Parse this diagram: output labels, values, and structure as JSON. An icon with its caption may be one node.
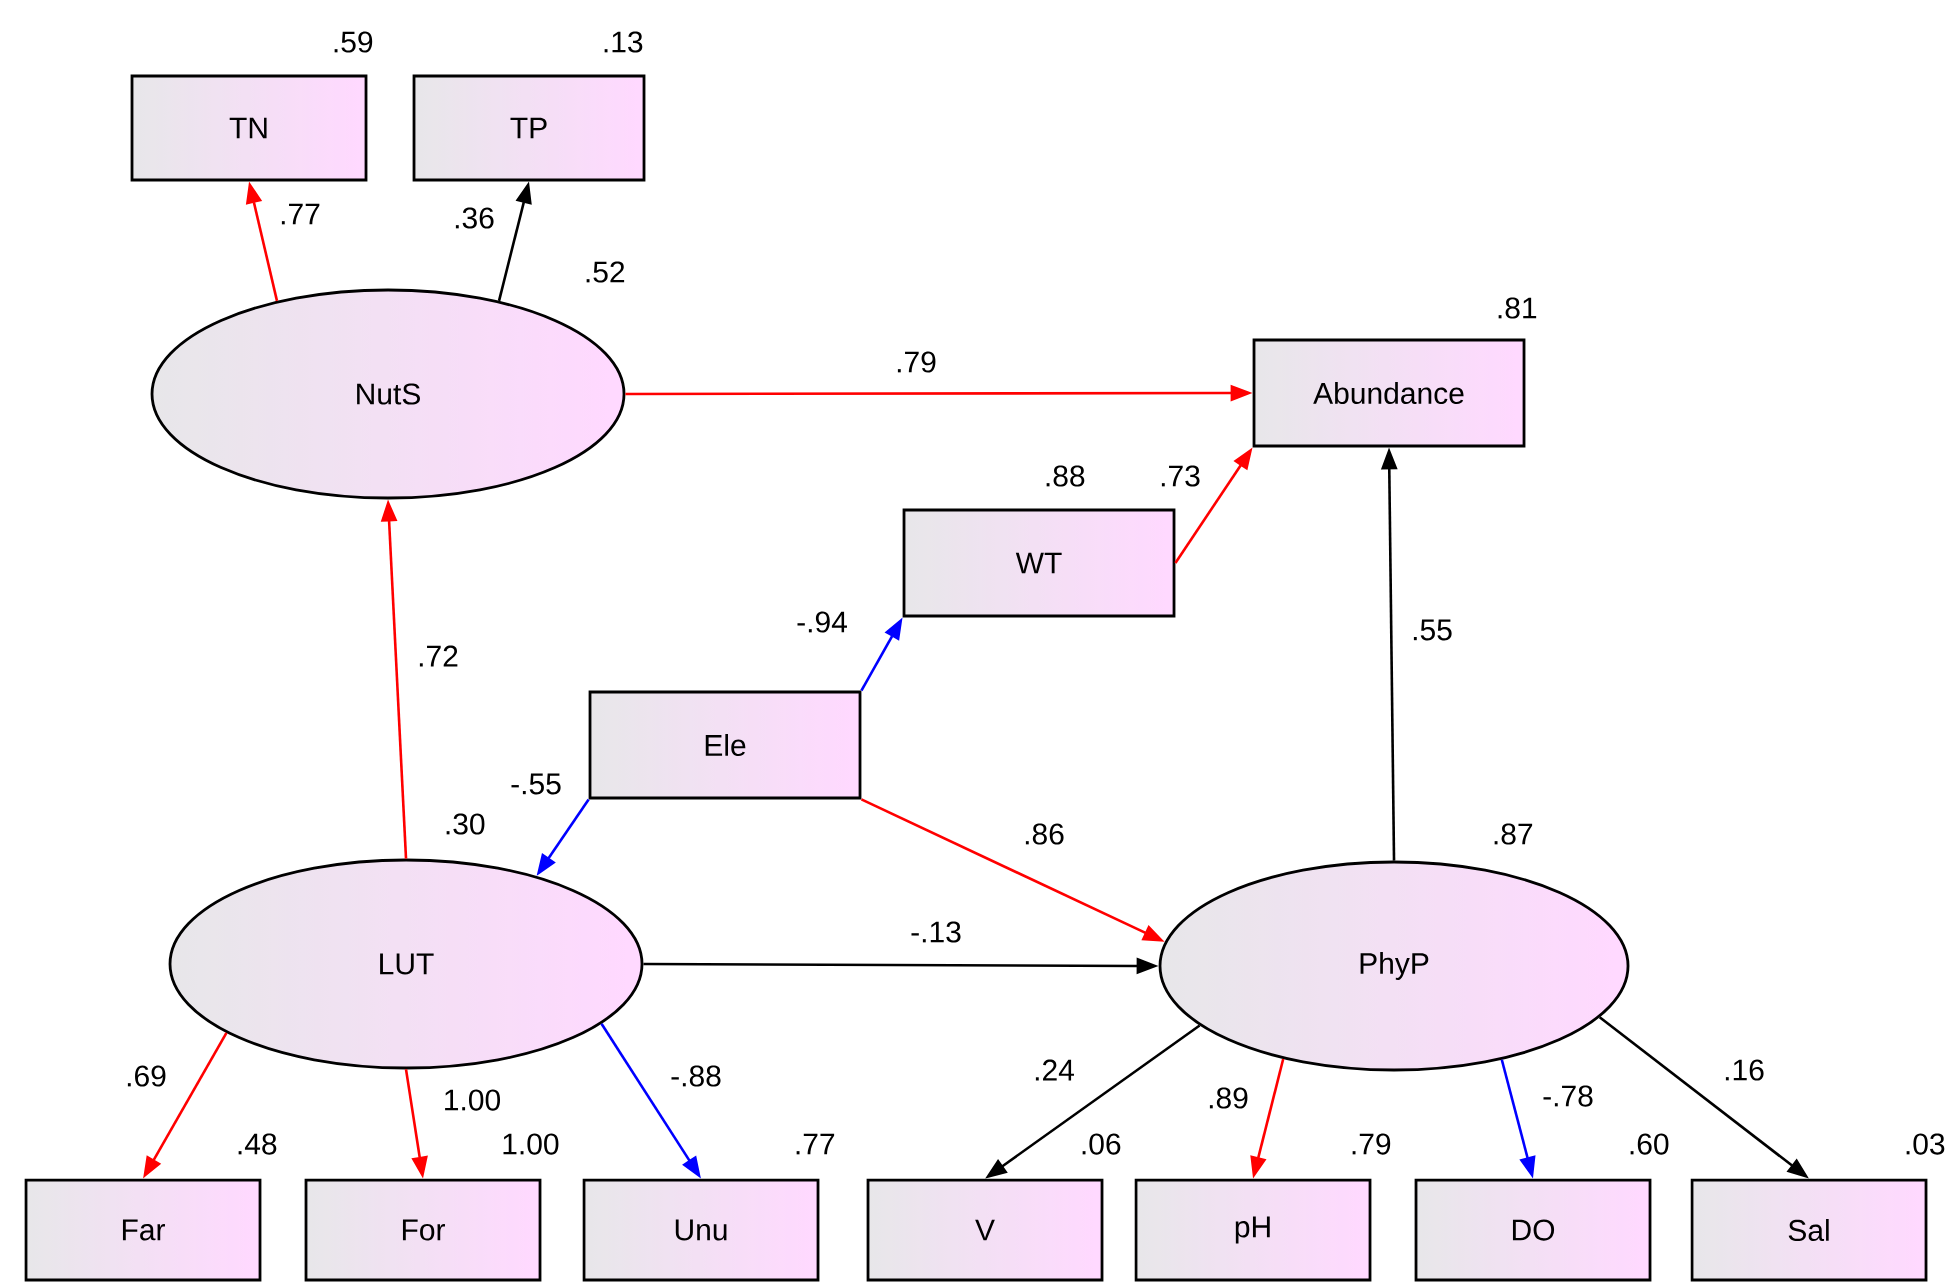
{
  "diagram": {
    "nodes": [
      {
        "text": [
          "TN"
        ],
        "beside": [
          ".59"
        ]
      },
      {
        "text": [
          "TP"
        ],
        "beside": [
          ".13"
        ]
      },
      {
        "text": [
          "NutS"
        ],
        "beside": [
          ".52"
        ]
      },
      {
        "text": [
          "Abundance"
        ],
        "beside": [
          ".81"
        ]
      },
      {
        "text": [
          "WT"
        ],
        "beside": [
          ".88"
        ]
      },
      {
        "text": [
          "Ele"
        ]
      },
      {
        "text": [
          "LUT"
        ],
        "beside": [
          ".30"
        ]
      },
      {
        "text": [
          "PhyP"
        ],
        "beside": [
          ".87"
        ]
      },
      {
        "text": [
          "Far"
        ],
        "beside": [
          ".48"
        ]
      },
      {
        "text": [
          "For"
        ],
        "beside": [
          "1.00"
        ]
      },
      {
        "text": [
          "Unu"
        ],
        "beside": [
          ".77"
        ]
      },
      {
        "text": [
          "V"
        ],
        "beside": [
          ".06"
        ]
      },
      {
        "text": [
          "pH"
        ],
        "beside": [
          ".79"
        ]
      },
      {
        "text": [
          "DO"
        ],
        "beside": [
          ".60"
        ]
      },
      {
        "text": [
          "Sal"
        ],
        "beside": [
          ".03"
        ]
      }
    ],
    "edges": [
      {
        "from": 2,
        "to": 0,
        "arrow": "to",
        "label": ".77"
      },
      {
        "from": 2,
        "to": 1,
        "arrow": "to",
        "label": ".36",
        "color": "#000000"
      },
      {
        "from": 2,
        "to": 3,
        "arrow": "to",
        "label": ".79"
      },
      {
        "from": 6,
        "to": 2,
        "arrow": "to",
        "label": ".72"
      },
      {
        "from": 4,
        "to": 3,
        "arrow": "to",
        "label": ".73"
      },
      {
        "from": 5,
        "to": 4,
        "arrow": "to",
        "label": "-.94",
        "color": "#0000ff"
      },
      {
        "from": 5,
        "to": 6,
        "arrow": "to",
        "label": "-.55",
        "color": "#0000ff"
      },
      {
        "from": 5,
        "to": 7,
        "arrow": "to",
        "label": ".86"
      },
      {
        "from": 6,
        "to": 7,
        "arrow": "to",
        "label": "-.13",
        "color": "#000000"
      },
      {
        "from": 7,
        "to": 3,
        "arrow": "to",
        "label": ".55",
        "color": "#000000"
      },
      {
        "from": 6,
        "to": 8,
        "arrow": "to",
        "label": ".69"
      },
      {
        "from": 6,
        "to": 9,
        "arrow": "to",
        "label": "1.00"
      },
      {
        "from": 6,
        "to": 10,
        "arrow": "to",
        "label": "-.88",
        "color": "#0000ff"
      },
      {
        "from": 7,
        "to": 11,
        "arrow": "to",
        "label": ".24",
        "color": "#000000"
      },
      {
        "from": 7,
        "to": 12,
        "arrow": "to",
        "label": ".89"
      },
      {
        "from": 7,
        "to": 13,
        "arrow": "to",
        "label": "-.78",
        "color": "#0000ff"
      },
      {
        "from": 7,
        "to": 14,
        "arrow": "to",
        "label": ".16",
        "color": "#000000"
      }
    ]
  }
}
